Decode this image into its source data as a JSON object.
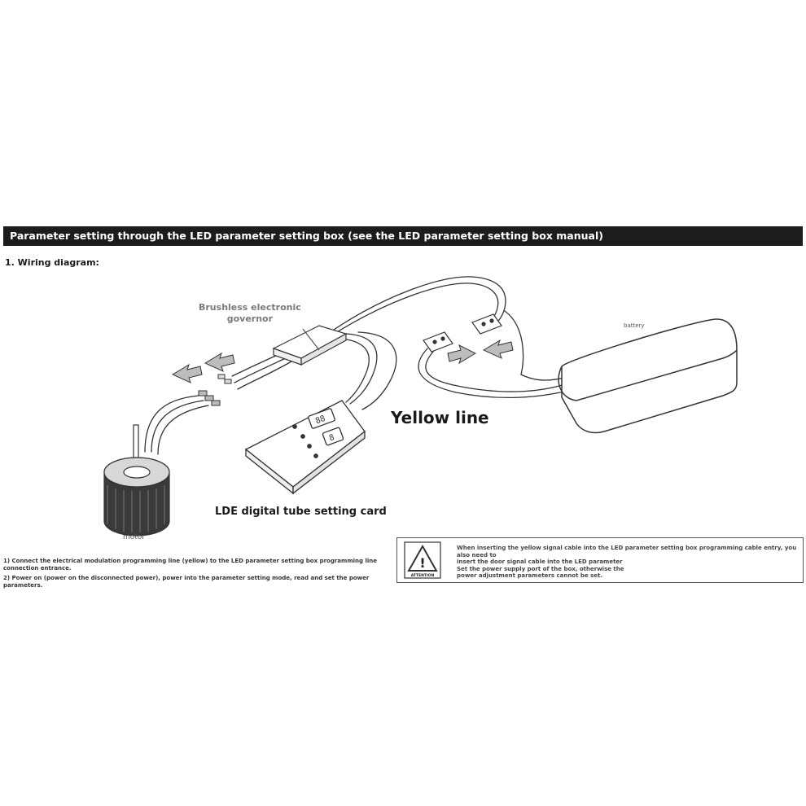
{
  "header": {
    "title": "Parameter setting through the LED parameter setting box (see the LED parameter setting box manual)"
  },
  "section": {
    "title": "1. Wiring diagram:"
  },
  "labels": {
    "esc_line1": "Brushless electronic",
    "esc_line2": "governor",
    "yellow_line": "Yellow line",
    "card": "LDE digital tube setting card",
    "motor": "motor",
    "battery": "battery"
  },
  "steps": [
    "1) Connect the electrical modulation programming line (yellow) to the LED parameter setting box programming line connection entrance.",
    "2) Power on (power on the disconnected power), power into the parameter setting mode, read and set the power parameters."
  ],
  "attention": {
    "icon_label": "ATTENTION",
    "icon_symbol": "!",
    "line1": "When inserting the yellow signal cable into the LED parameter setting box programming cable entry, you also need to",
    "line2": "insert the door signal cable into the LED parameter",
    "line3": "Set the power supply port of the box, otherwise the",
    "line4": "power adjustment parameters cannot be set."
  },
  "card_display": {
    "digit_1": "88",
    "digit_2": "8"
  },
  "colors": {
    "header_bg": "#1c1c1c",
    "line": "#333333",
    "muted_text": "#7a7a7a"
  }
}
